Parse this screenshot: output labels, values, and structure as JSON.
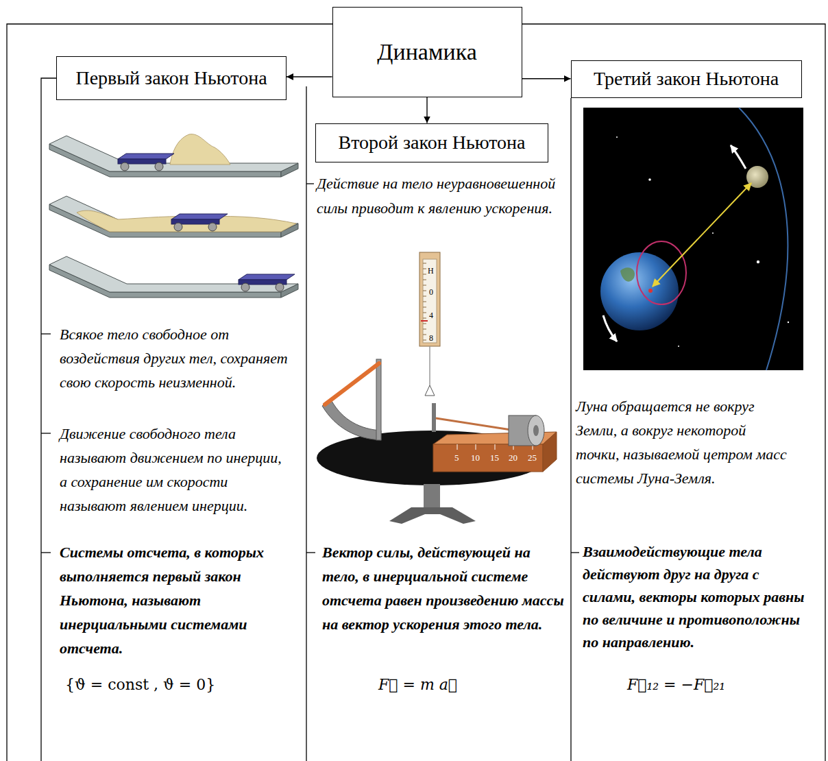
{
  "diagram": {
    "nodes": [
      {
        "text": [
          "Динамика"
        ]
      },
      {
        "text": [
          "Первый закон Ньютона"
        ]
      },
      {
        "text": [
          "Второй закон Ньютона"
        ]
      },
      {
        "text": [
          "Третий закон Ньютона"
        ]
      }
    ],
    "edges": [
      {
        "from": 0,
        "to": 1,
        "arrow": "to"
      },
      {
        "from": 0,
        "to": 2,
        "arrow": "to"
      },
      {
        "from": 0,
        "to": 3,
        "arrow": "to"
      }
    ],
    "labels": [
      "Всякое тело свободное от воздействия других тел, сохраняет свою скорость неизменной.",
      "Движение свободного тела называют движением по инерции, а сохранение им скорости называют явлением инерции.",
      "Системы отсчета, в которых выполняется первый закон Ньютона, называют инерциальными системами отсчета.",
      "{ϑ = const , ϑ = 0}",
      "Действие на тело неуравновешенной силы приводит к явлению ускорения.",
      "Н",
      "0",
      "4",
      "8",
      "5",
      "10",
      "15",
      "20",
      "25",
      "Вектор силы, действующей на тело, в инерциальной системе отсчета равен произведению массы на вектор ускорения этого тела.",
      "F⃗ = m a⃗",
      "Луна обращается не вокруг Земли, а вокруг некоторой точки, называемой цетром масс системы Луна-Земля.",
      "Взаимодействующие тела действуют друг на друга с силами, векторы которых равны по величине и противоположны по направлению.",
      "F⃗₁₂ = −F⃗₂₁"
    ]
  }
}
